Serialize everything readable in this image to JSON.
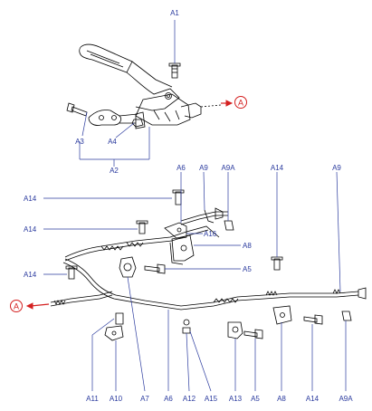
{
  "labels": {
    "a1": "A1",
    "a3": "A3",
    "a4": "A4",
    "a2": "A2",
    "a6_top": "A6",
    "a9_top_left": "A9",
    "a9a_top": "A9A",
    "a14_top_mid": "A14",
    "a9_top_right": "A9",
    "a14_left_1": "A14",
    "a14_left_2": "A14",
    "a16": "A16",
    "a8_right": "A8",
    "a14_left_3": "A14",
    "a5_right": "A5",
    "a11": "A11",
    "a10": "A10",
    "a7": "A7",
    "a6_bottom": "A6",
    "a12": "A12",
    "a15": "A15",
    "a13": "A13",
    "a5_bottom": "A5",
    "a8_bottom": "A8",
    "a14_bottom": "A14",
    "a9a_bottom": "A9A"
  },
  "callouts": {
    "ref_top": "A",
    "ref_left": "A"
  },
  "colors": {
    "label": "#2a3a9e",
    "callout": "#d42020",
    "drawing": "#000000"
  }
}
